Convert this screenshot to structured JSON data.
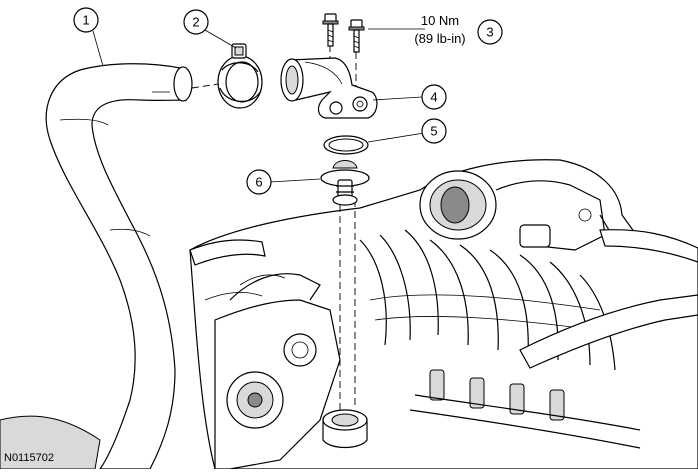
{
  "callouts": [
    {
      "id": "1",
      "label": "1"
    },
    {
      "id": "2",
      "label": "2"
    },
    {
      "id": "3",
      "label": "3"
    },
    {
      "id": "4",
      "label": "4"
    },
    {
      "id": "5",
      "label": "5"
    },
    {
      "id": "6",
      "label": "6"
    }
  ],
  "torque_spec": {
    "metric": "10 Nm",
    "imperial": "(89 lb-in)"
  },
  "figure_id": "N0115702",
  "colors": {
    "line": "#000000",
    "background": "#ffffff",
    "shade_light": "#d9d9d9",
    "shade_dark": "#8a8a8a"
  }
}
